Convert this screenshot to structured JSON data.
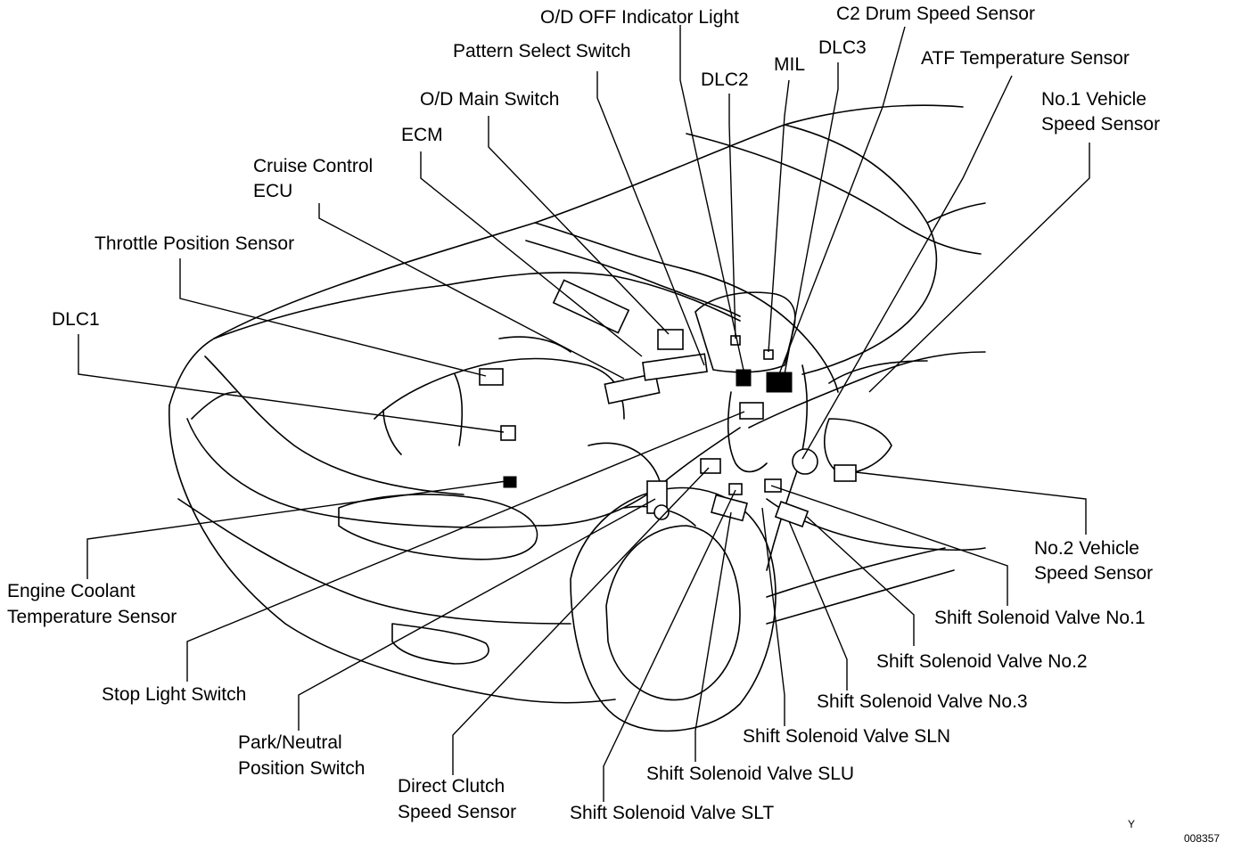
{
  "labels": {
    "od_off_indicator_light": "O/D OFF Indicator Light",
    "c2_drum_speed_sensor": "C2 Drum Speed Sensor",
    "pattern_select_switch": "Pattern Select Switch",
    "dlc3": "DLC3",
    "atf_temperature_sensor": "ATF Temperature Sensor",
    "mil": "MIL",
    "dlc2": "DLC2",
    "od_main_switch": "O/D Main Switch",
    "no1_vehicle_speed_sensor_l1": "No.1 Vehicle",
    "no1_vehicle_speed_sensor_l2": "Speed Sensor",
    "ecm": "ECM",
    "cruise_control_ecu_l1": "Cruise Control",
    "cruise_control_ecu_l2": "ECU",
    "throttle_position_sensor": "Throttle Position Sensor",
    "dlc1": "DLC1",
    "no2_vehicle_speed_sensor_l1": "No.2 Vehicle",
    "no2_vehicle_speed_sensor_l2": "Speed Sensor",
    "engine_coolant_temp_sensor_l1": "Engine Coolant",
    "engine_coolant_temp_sensor_l2": "Temperature Sensor",
    "shift_solenoid_valve_no1": "Shift Solenoid Valve No.1",
    "shift_solenoid_valve_no2": "Shift Solenoid Valve No.2",
    "stop_light_switch": "Stop Light Switch",
    "shift_solenoid_valve_no3": "Shift Solenoid Valve No.3",
    "shift_solenoid_valve_sln": "Shift Solenoid Valve SLN",
    "park_neutral_switch_l1": "Park/Neutral",
    "park_neutral_switch_l2": "Position Switch",
    "shift_solenoid_valve_slu": "Shift Solenoid Valve SLU",
    "direct_clutch_speed_sensor_l1": "Direct Clutch",
    "direct_clutch_speed_sensor_l2": "Speed Sensor",
    "shift_solenoid_valve_slt": "Shift Solenoid Valve SLT"
  },
  "corner": {
    "mark": "Y",
    "figure_number": "008357"
  }
}
